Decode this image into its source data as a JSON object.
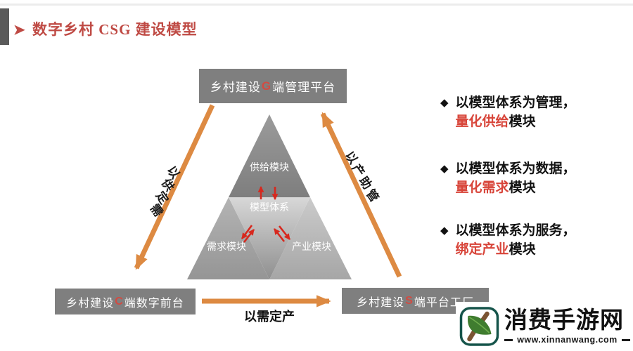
{
  "title": {
    "marker": "➤",
    "text": "数字乡村 CSG 建设模型"
  },
  "boxes": {
    "top": {
      "prefix": "乡村建设",
      "letter": "G",
      "suffix": "端管理平台"
    },
    "bottom_left": {
      "prefix": "乡村建设",
      "letter": "C",
      "suffix": "端数字前台"
    },
    "bottom_right": {
      "prefix": "乡村建设",
      "letter": "S",
      "suffix": "端平台工厂"
    }
  },
  "pyramid": {
    "top_module": "供给模块",
    "center_module": "模型体系",
    "left_module": "需求模块",
    "right_module": "产业模块"
  },
  "arrows": {
    "left_label": "以供定需",
    "right_label": "以产助管",
    "bottom_label": "以需定产"
  },
  "bullets": [
    {
      "marker": "◆",
      "line1": "以模型体系为管理，",
      "red": "量化供给",
      "tail": "模块"
    },
    {
      "marker": "◆",
      "line1": "以模型体系为数据，",
      "red": "量化需求",
      "tail": "模块"
    },
    {
      "marker": "◆",
      "line1": "以模型体系为服务，",
      "red": "绑定产业",
      "tail": "模块"
    }
  ],
  "watermark": {
    "site_name": "消费手游网",
    "url": "www.xinnanwang.com"
  },
  "colors": {
    "title_red": "#bf4a44",
    "box_gray": "#7f7f7f",
    "accent_letter_red": "#d24b42",
    "orange_arrow": "#dd8a42",
    "red_arrow": "#d7281e",
    "emphasis_red": "#d8453a",
    "watermark_green": "#15544a"
  }
}
